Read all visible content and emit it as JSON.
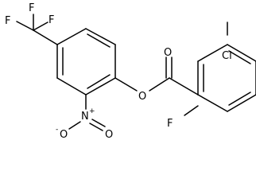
{
  "molecule": {
    "atoms": {
      "f_top": "F",
      "f_left": "F",
      "f_mid": "F",
      "o_carbonyl": "O",
      "o_ester": "O",
      "cl": "Cl",
      "f_ring": "F",
      "n_nitro": "N",
      "nitro_plus": "+",
      "o_nitro_minus": "O",
      "minus_sign": "-",
      "o_nitro_double": "O"
    }
  }
}
